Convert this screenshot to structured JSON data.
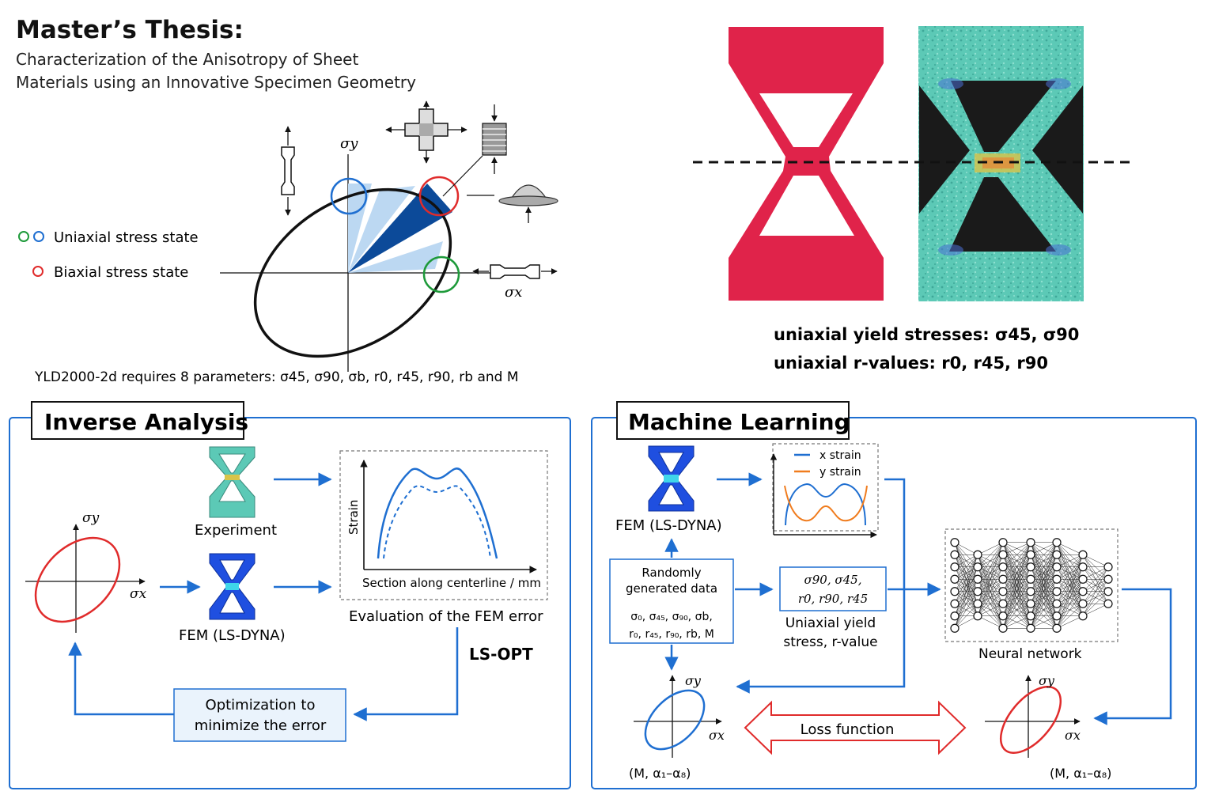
{
  "header": {
    "title": "Master’s Thesis:",
    "subtitle_line1": "Characterization of the Anisotropy of Sheet",
    "subtitle_line2": "Materials using an Innovative Specimen Geometry"
  },
  "yield_plot": {
    "axis_x": "σx",
    "axis_y": "σy",
    "legend_uniaxial": "Uniaxial stress state",
    "legend_biaxial": "Biaxial stress state",
    "parameters_text": "YLD2000-2d requires 8 parameters: σ45, σ90, σb, r0, r45, r90, rb and M"
  },
  "specimen": {
    "yield_stresses": "uniaxial yield stresses: σ45, σ90",
    "r_values": "uniaxial r-values: r0, r45, r90"
  },
  "inverse_analysis": {
    "title": "Inverse Analysis",
    "axis_x": "σx",
    "axis_y": "σy",
    "experiment_label": "Experiment",
    "fem_label": "FEM (LS-DYNA)",
    "chart_ylabel": "Strain",
    "chart_xlabel": "Section along centerline / mm",
    "evaluation_label": "Evaluation of the FEM error",
    "lsopt_label": "LS-OPT",
    "optimization_line1": "Optimization to",
    "optimization_line2": "minimize the error"
  },
  "machine_learning": {
    "title": "Machine Learning",
    "fem_label": "FEM (LS-DYNA)",
    "legend_x": "x strain",
    "legend_y": "y strain",
    "random_line1": "Randomly",
    "random_line2": "generated data",
    "random_params1": "σ₀, σ₄₅, σ₉₀, σb,",
    "random_params2": "r₀, r₄₅, r₉₀, rb, M",
    "uniaxial_params1": "σ90, σ45,",
    "uniaxial_params2": "r0, r90, r45",
    "uniaxial_label1": "Uniaxial yield",
    "uniaxial_label2": "stress, r-value",
    "nn_label": "Neural network",
    "loss_label": "Loss function",
    "axis_x": "σx",
    "axis_y": "σy",
    "output_left": "(M, α₁–α₈)",
    "output_right": "(M, α₁–α₈)"
  },
  "colors": {
    "accent_blue": "#1f6fd1",
    "dark_blue": "#0c4a99",
    "light_blue": "#bcd8f2",
    "red": "#e02b2b",
    "green": "#1e9a3a",
    "specimen_red": "#e0234a",
    "teal": "#5cc9b6"
  }
}
